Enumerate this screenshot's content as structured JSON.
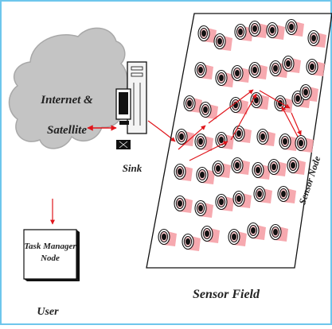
{
  "labels": {
    "cloud": [
      "Internet &",
      "Satellite"
    ],
    "sink": "Sink",
    "task_manager": [
      "Task Manager",
      "Node"
    ],
    "user": "User",
    "sensor_field": "Sensor Field",
    "sensor_node": "Sensor Node"
  },
  "colors": {
    "frame_border": "#6ec6ec",
    "cloud_fill": "#c4c4c4",
    "cloud_stroke": "#a8a8a8",
    "arrow": "#e0151b",
    "field_stroke": "#111111",
    "sensor_shadow": "#f5a0a6"
  },
  "icons": {
    "sink": "computer-tower-icon",
    "task_manager": "box-icon",
    "sensor": "concentric-rings-icon"
  }
}
